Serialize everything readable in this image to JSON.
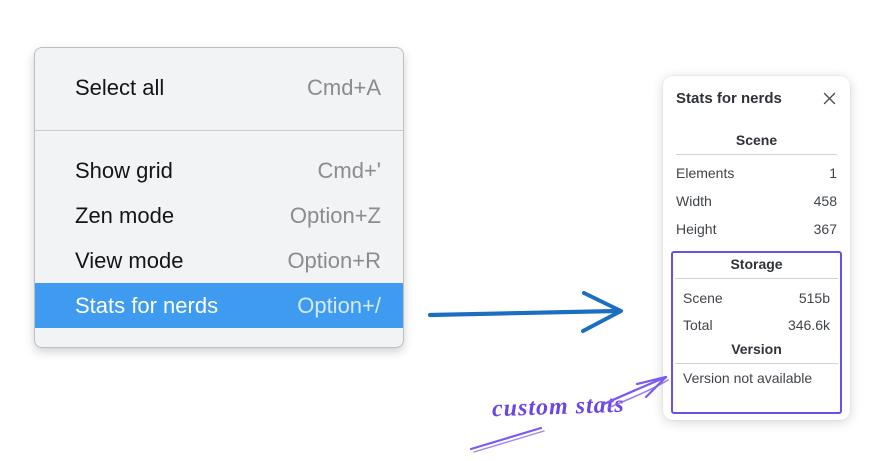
{
  "context_menu": {
    "items_top": [
      {
        "label": "Select all",
        "shortcut": "Cmd+A"
      }
    ],
    "items_bottom": [
      {
        "label": "Show grid",
        "shortcut": "Cmd+'"
      },
      {
        "label": "Zen mode",
        "shortcut": "Option+Z"
      },
      {
        "label": "View mode",
        "shortcut": "Option+R"
      },
      {
        "label": "Stats for nerds",
        "shortcut": "Option+/"
      }
    ],
    "highlighted_item": "Stats for nerds",
    "highlight_color": "#3e9bf0"
  },
  "stats_panel": {
    "title": "Stats for nerds",
    "close_icon": "✕",
    "scene_section": {
      "heading": "Scene",
      "rows": [
        {
          "label": "Elements",
          "value": "1"
        },
        {
          "label": "Width",
          "value": "458"
        },
        {
          "label": "Height",
          "value": "367"
        }
      ]
    },
    "storage_section": {
      "heading": "Storage",
      "rows": [
        {
          "label": "Scene",
          "value": "515b"
        },
        {
          "label": "Total",
          "value": "346.6k"
        }
      ]
    },
    "version_section": {
      "heading": "Version",
      "note": "Version not available"
    }
  },
  "annotation": {
    "label": "custom stats",
    "color": "#6b46e5"
  },
  "colors": {
    "menu_highlight": "#3e9bf0",
    "flow_arrow": "#1a6fc0",
    "annotation_violet": "#6e4fe3"
  }
}
